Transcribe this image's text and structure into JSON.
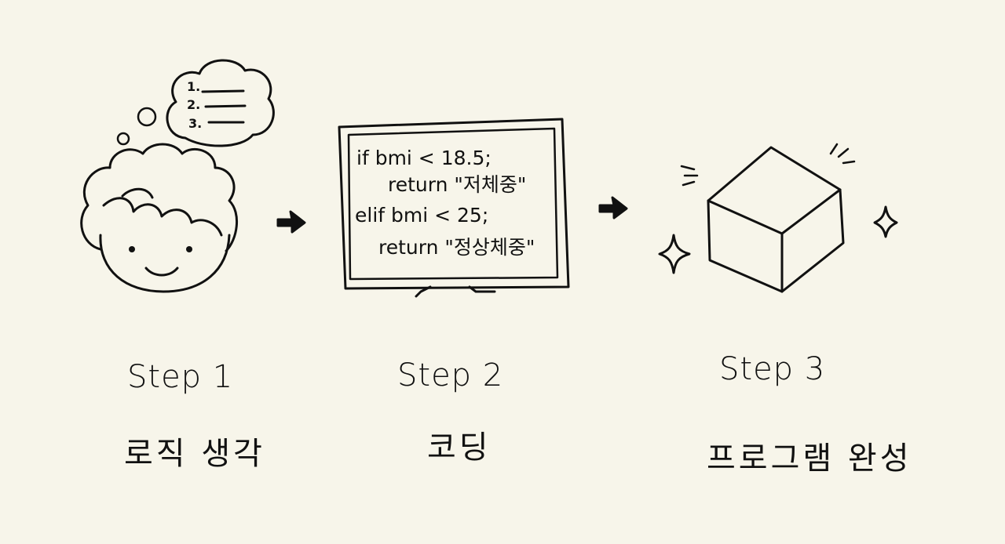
{
  "steps": [
    {
      "label": "Step 1",
      "description": "로직 생각",
      "thought_items": [
        "1.",
        "2.",
        "3."
      ]
    },
    {
      "label": "Step 2",
      "description": "코딩",
      "code_lines": [
        "if bmi < 18.5;",
        "return \"저체중\"",
        "elif bmi < 25;",
        "return \"정상체중\""
      ]
    },
    {
      "label": "Step 3",
      "description": "프로그램 완성"
    }
  ],
  "icons": [
    "thinking-face-icon",
    "thought-bubble-icon",
    "arrow-icon",
    "monitor-icon",
    "box-icon",
    "sparkle-icon"
  ]
}
